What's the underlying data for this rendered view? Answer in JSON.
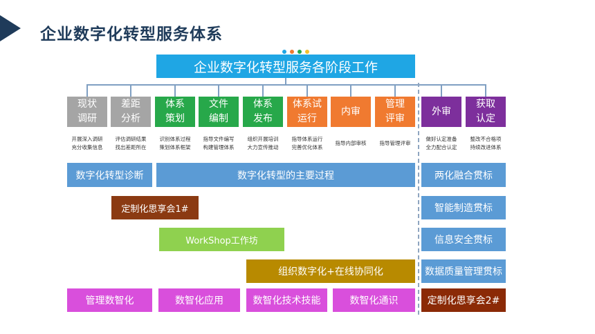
{
  "page_title": "企业数字化转型服务体系",
  "top_banner": "企业数字化转型服务各阶段工作",
  "stages": [
    {
      "label": "现状\n调研",
      "desc": "开展深入调研\n充分收集信息",
      "color": "#a5a5a5"
    },
    {
      "label": "差距\n分析",
      "desc": "评估调研结果\n找出差距所在",
      "color": "#a5a5a5"
    },
    {
      "label": "体系\n策划",
      "desc": "识别体系过程\n策划体系框架",
      "color": "#27a84a"
    },
    {
      "label": "文件\n编制",
      "desc": "指导文件编写\n构建管理体系",
      "color": "#27a84a"
    },
    {
      "label": "体系\n发布",
      "desc": "组织开展培训\n大力宣传推动",
      "color": "#27a84a"
    },
    {
      "label": "体系试\n运行",
      "desc": "指导体系运行\n完善优化体系",
      "color": "#f07a30"
    },
    {
      "label": "内审",
      "desc": "指导内部审核",
      "color": "#f07a30"
    },
    {
      "label": "管理\n评审",
      "desc": "指导管理评审",
      "color": "#f07a30"
    },
    {
      "label": "外审",
      "desc": "做好认定准备\n全力配合认定",
      "color": "#7d2f9c"
    },
    {
      "label": "获取\n认定",
      "desc": "整改不合格项\n持续改进体系",
      "color": "#7d2f9c"
    }
  ],
  "bars": {
    "diagnosis": "数字化转型诊断",
    "main_process": "数字化转型的主要过程",
    "salon1": "定制化思享会1#",
    "workshop": "WorkShop工作坊",
    "org_digital": "组织数字化+在线协同化",
    "bottom": [
      "管理数智化",
      "数智化应用",
      "数智化技术技能",
      "数智化通识"
    ],
    "right": [
      "两化融合贯标",
      "智能制造贯标",
      "信息安全贯标",
      "数据质量管理贯标",
      "定制化思享会2#"
    ]
  },
  "colors": {
    "dark_navy": "#1f3b5a",
    "banner_blue": "#1fa6e4",
    "bar_blue": "#5b9bd5",
    "brown": "#8b3a12",
    "lime": "#8fd14f",
    "olive": "#b88a00",
    "magenta": "#d94fdc",
    "deep_red": "#8b2a06"
  }
}
